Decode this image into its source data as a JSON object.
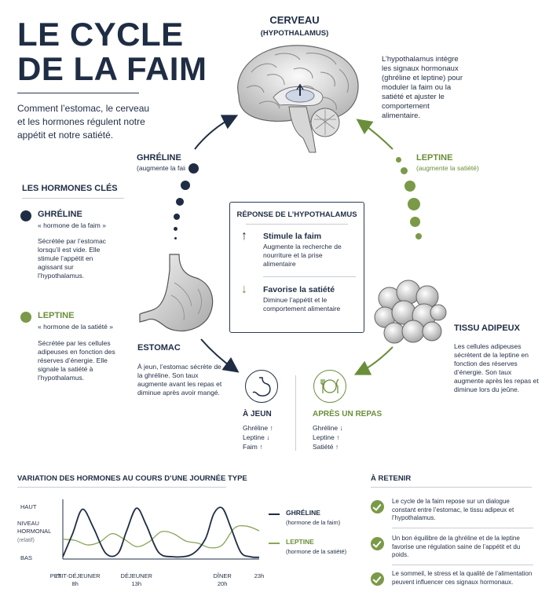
{
  "title": {
    "line1": "LE CYCLE",
    "line2": "DE LA FAIM"
  },
  "intro": "Comment l’estomac, le cerveau et les hormones régulent notre appétit et notre satiété.",
  "cerveau": {
    "title": "CERVEAU",
    "subtitle": "(HYPOTHALAMUS)",
    "text": "L’hypothalamus intègre les signaux hormonaux (ghréline et leptine) pour moduler la faim ou la satiété et ajuster le comportement alimentaire."
  },
  "ghreline_label": {
    "title": "GHRÉLINE",
    "subtitle": "(augmente la faim)"
  },
  "leptine_label": {
    "title": "LEPTINE",
    "subtitle": "(augmente la satiété)"
  },
  "hormones_cles": {
    "heading": "LES HORMONES CLÉS",
    "items": [
      {
        "name": "GHRÉLINE",
        "nickname": "« hormone de la faim »",
        "text": "Sécrétée par l’estomac lorsqu’il est vide. Elle stimule l’appétit en agissant sur l’hypothalamus."
      },
      {
        "name": "LEPTINE",
        "nickname": "« hormone de la satiété »",
        "text": "Sécrétée par les cellules adipeuses en fonction des réserves d’énergie. Elle signale la satiété à l’hypothalamus."
      }
    ]
  },
  "reponse": {
    "heading": "RÉPONSE DE L’HYPOTHALAMUS",
    "items": [
      {
        "arrow": "↑",
        "title": "Stimule la faim",
        "text": "Augmente la recherche de nourriture et la prise alimentaire"
      },
      {
        "arrow": "↓",
        "title": "Favorise la satiété",
        "text": "Diminue l’appétit et le comportement alimentaire"
      }
    ]
  },
  "estomac": {
    "title": "ESTOMAC",
    "text": "À jeun, l’estomac sécrète de la ghréline. Son taux augmente avant les repas et diminue après avoir mangé."
  },
  "tissu": {
    "title": "TISSU ADIPEUX",
    "text": "Les cellules adipeuses sécrètent de la leptine en fonction des réserves d’énergie. Son taux augmente après les repas et diminue lors du jeûne."
  },
  "states": [
    {
      "title": "À JEUN",
      "lines": [
        "Ghréline ↑",
        "Leptine ↓",
        "Faim ↑"
      ],
      "icon": "stomach-icon"
    },
    {
      "title": "APRÈS UN REPAS",
      "lines": [
        "Ghréline ↓",
        "Leptine ↑",
        "Satiété ↑"
      ],
      "icon": "fork-knife-plate-icon"
    }
  ],
  "colors": {
    "navy": "#1f2d44",
    "green": "#6b8e3a"
  },
  "chart_data": {
    "type": "line",
    "title": "VARIATION DES HORMONES AU COURS D’UNE JOURNÉE TYPE",
    "ylabel": "NIVEAU HORMONAL",
    "ylabel_note": "(relatif)",
    "y_high": "HAUT",
    "y_low": "BAS",
    "x_ticks": [
      {
        "value": 7,
        "label": "7h",
        "sub": ""
      },
      {
        "value": 8,
        "label": "PETIT-DÉJEUNER",
        "sub": "8h"
      },
      {
        "value": 13,
        "label": "DÉJEUNER",
        "sub": "13h"
      },
      {
        "value": 20,
        "label": "DÎNER",
        "sub": "20h"
      },
      {
        "value": 23,
        "label": "23h",
        "sub": ""
      }
    ],
    "xlim": [
      7,
      23
    ],
    "ylim": [
      0,
      1
    ],
    "series": [
      {
        "name": "GHRÉLINE",
        "note": "(hormone de la faim)",
        "color": "#1f2d44",
        "x": [
          7,
          7.8,
          8.6,
          9.5,
          10.5,
          11.5,
          12.2,
          13,
          13.8,
          14.8,
          16,
          17.5,
          18.6,
          19.3,
          20,
          20.7,
          21.5,
          22.3,
          23
        ],
        "y": [
          0.04,
          0.45,
          0.88,
          0.55,
          0.1,
          0.1,
          0.5,
          0.9,
          0.6,
          0.12,
          0.04,
          0.08,
          0.35,
          0.8,
          0.9,
          0.55,
          0.12,
          0.04,
          0.03
        ]
      },
      {
        "name": "LEPTINE",
        "note": "(hormone de la satiété)",
        "color": "#8aa45a",
        "x": [
          7,
          8,
          9,
          10,
          11,
          12,
          13,
          14,
          15,
          16,
          17,
          18,
          19,
          20,
          21,
          22,
          23
        ],
        "y": [
          0.35,
          0.33,
          0.25,
          0.3,
          0.45,
          0.35,
          0.22,
          0.3,
          0.48,
          0.45,
          0.32,
          0.28,
          0.2,
          0.25,
          0.55,
          0.58,
          0.5
        ]
      }
    ]
  },
  "a_retenir": {
    "heading": "À RETENIR",
    "items": [
      "Le cycle de la faim repose sur un dialogue constant entre l’estomac, le tissu adipeux et l’hypothalamus.",
      "Un bon équilibre de la ghréline et de la leptine favorise une régulation saine de l’appétit et du poids.",
      "Le sommeil, le stress et la qualité de l’alimentation peuvent influencer ces signaux hormonaux."
    ]
  }
}
